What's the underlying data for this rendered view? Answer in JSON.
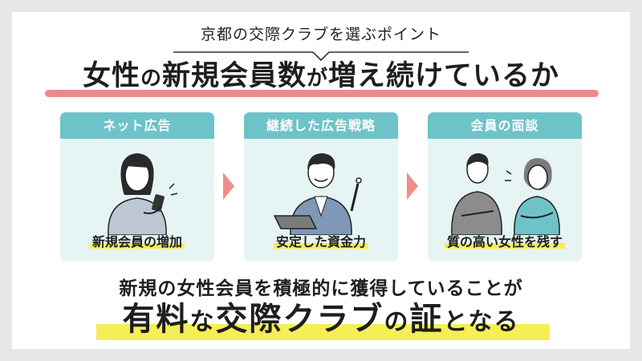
{
  "subtitle": "京都の交際クラブを選ぶポイント",
  "headline": {
    "p1": "女性",
    "p2": "の",
    "p3": "新規会員数",
    "p4": "が",
    "p5": "増え続けているか"
  },
  "steps": [
    {
      "title": "ネット広告",
      "caption": "新規会員の増加",
      "icon": "woman-with-smartphone-icon"
    },
    {
      "title": "継続した広告戦略",
      "caption": "安定した資金力",
      "icon": "man-with-laptop-icon"
    },
    {
      "title": "会員の面談",
      "caption": "質の高い女性を残す",
      "icon": "interview-couple-icon"
    }
  ],
  "bottom_text": "新規の女性会員を積極的に獲得していることが",
  "conclusion": {
    "p1": "有料",
    "p2": "な",
    "p3": "交際クラブ",
    "p4": "の",
    "p5": "証",
    "p6": "となる"
  },
  "colors": {
    "teal_header": "#6ec3c9",
    "panel_bg": "#e6f4f4",
    "pink_underline": "#ec8a8a",
    "yellow_highlight": "#f5ee56",
    "arrow": "#f08c8c"
  }
}
